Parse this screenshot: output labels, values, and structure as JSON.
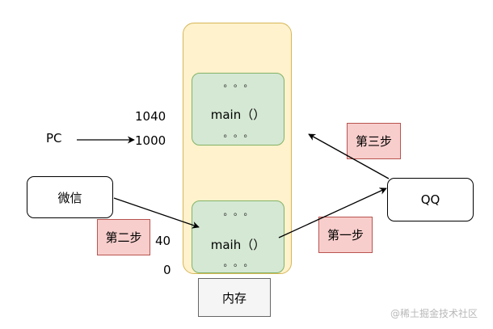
{
  "memory": {
    "top_block": {
      "dots_top": "。。。",
      "label": "main（）",
      "dots_bottom": "。。。"
    },
    "bottom_block": {
      "dots_top": "。。。",
      "label": "maih（）",
      "dots_bottom": "。。。"
    },
    "legend": "内存"
  },
  "addresses": {
    "a1040": "1040",
    "a1000": "1000",
    "a40": "40",
    "a0": "0"
  },
  "pc_label": "PC",
  "wechat_label": "微信",
  "qq_label": "QQ",
  "steps": {
    "first": "第一步",
    "second": "第二步",
    "third": "第三步"
  },
  "watermark": "@稀土掘金技术社区"
}
